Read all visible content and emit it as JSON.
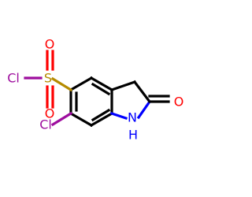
{
  "molecule": {
    "atoms": {
      "cl_sulfonyl": "Cl",
      "sulfur": "S",
      "oxygen_top": "O",
      "oxygen_bottom": "O",
      "cl_ring": "Cl",
      "oxygen_carbonyl": "O",
      "nitrogen": "N",
      "hydrogen": "H"
    },
    "colors": {
      "carbon_bond": "#000000",
      "chlorine": "#9e0d9e",
      "sulfur": "#b58b00",
      "oxygen": "#ff0000",
      "nitrogen": "#0000ff"
    }
  }
}
